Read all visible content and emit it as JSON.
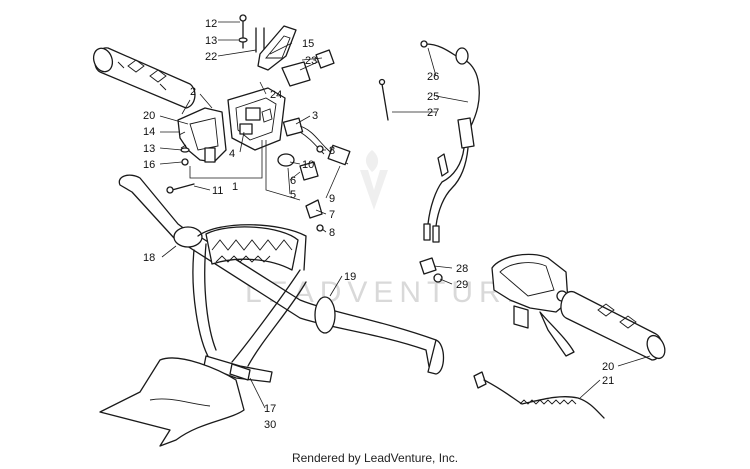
{
  "watermark": {
    "text": "LEADVENTURE"
  },
  "footer": {
    "text": "Rendered by LeadVenture, Inc."
  },
  "callouts": [
    "12",
    "13",
    "22",
    "15",
    "23",
    "24",
    "2",
    "3",
    "20",
    "14",
    "13",
    "16",
    "4",
    "10",
    "8",
    "6",
    "5",
    "9",
    "7",
    "8",
    "11",
    "1",
    "26",
    "25",
    "27",
    "18",
    "19",
    "28",
    "29",
    "17",
    "30",
    "20",
    "21"
  ],
  "colors": {
    "line": "#1a1a1a",
    "watermark": "#d9d9d9",
    "background": "#ffffff"
  }
}
